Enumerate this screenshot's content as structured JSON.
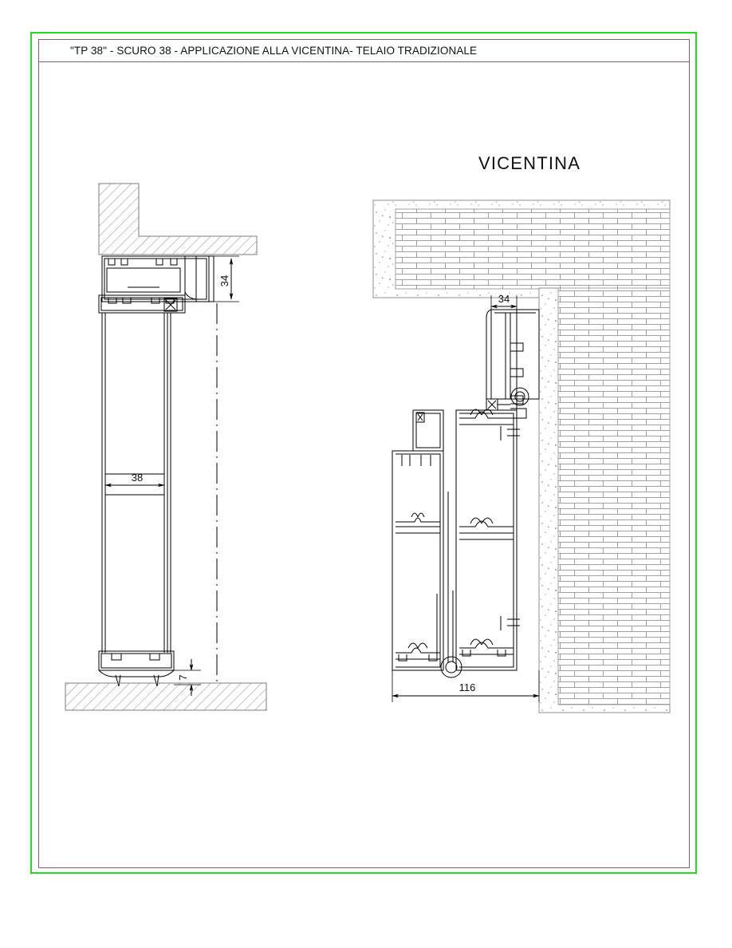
{
  "sheet": {
    "title": "\"TP 38\" - SCURO 38 - APPLICAZIONE ALLA VICENTINA- TELAIO TRADIZIONALE",
    "border_color": "#22dd22",
    "frame_color": "#7a6070",
    "background": "#ffffff"
  },
  "labels": {
    "vicentina": "VICENTINA"
  },
  "dimensions": {
    "left_head": "34",
    "left_width": "38",
    "left_sill": "7",
    "right_head": "34",
    "right_total": "116"
  },
  "drawing": {
    "line_color": "#000000",
    "hatch_color": "#8a8a8a",
    "brick_color": "#9a9a9a",
    "speckle_color": "#a8a8a8",
    "left_view_name": "sezione-verticale-scuro-38",
    "right_view_name": "sezione-orizzontale-vicentina"
  }
}
